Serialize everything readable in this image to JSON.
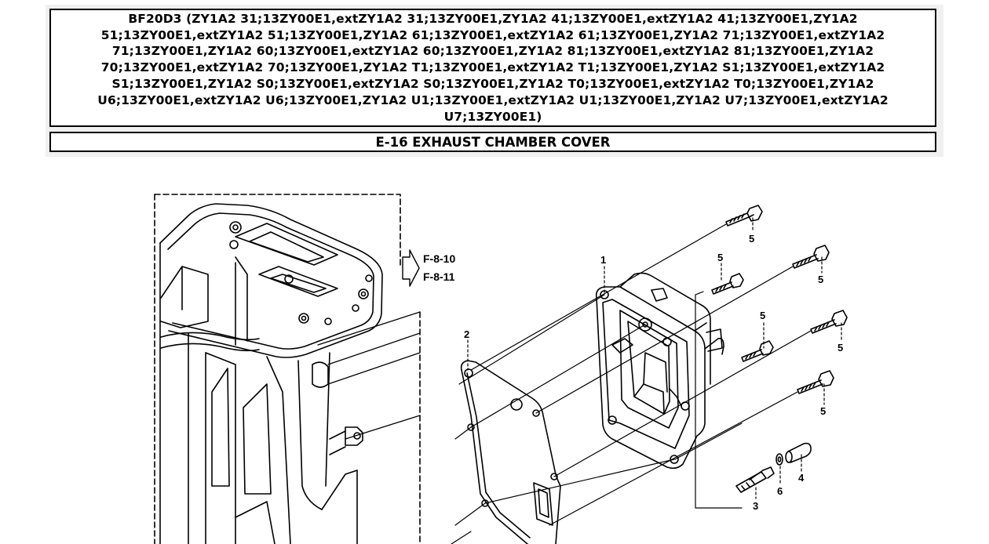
{
  "header": {
    "model_info": "BF20D3 (ZY1A2 31;13ZY00E1,extZY1A2 31;13ZY00E1,ZY1A2 41;13ZY00E1,extZY1A2 41;13ZY00E1,ZY1A2 51;13ZY00E1,extZY1A2 51;13ZY00E1,ZY1A2 61;13ZY00E1,extZY1A2 61;13ZY00E1,ZY1A2 71;13ZY00E1,extZY1A2 71;13ZY00E1,ZY1A2 60;13ZY00E1,extZY1A2 60;13ZY00E1,ZY1A2 81;13ZY00E1,extZY1A2 81;13ZY00E1,ZY1A2 70;13ZY00E1,extZY1A2 70;13ZY00E1,ZY1A2 T1;13ZY00E1,extZY1A2 T1;13ZY00E1,ZY1A2 S1;13ZY00E1,extZY1A2 S1;13ZY00E1,ZY1A2 S0;13ZY00E1,extZY1A2 S0;13ZY00E1,ZY1A2 T0;13ZY00E1,extZY1A2 T0;13ZY00E1,ZY1A2 U6;13ZY00E1,extZY1A2 U6;13ZY00E1,ZY1A2 U1;13ZY00E1,extZY1A2 U1;13ZY00E1,ZY1A2 U7;13ZY00E1,extZY1A2 U7;13ZY00E1)",
    "section_title": "E-16 EXHAUST CHAMBER COVER"
  },
  "diagram": {
    "references": [
      "F-8-10",
      "F-8-11"
    ],
    "callouts": {
      "cover": "1",
      "gasket": "2",
      "stud": "3",
      "plug": "4",
      "bolt": "5",
      "washer": "6"
    }
  },
  "colors": {
    "line": "#000000",
    "background": "#ffffff",
    "header_bg": "#f0f0f0"
  }
}
